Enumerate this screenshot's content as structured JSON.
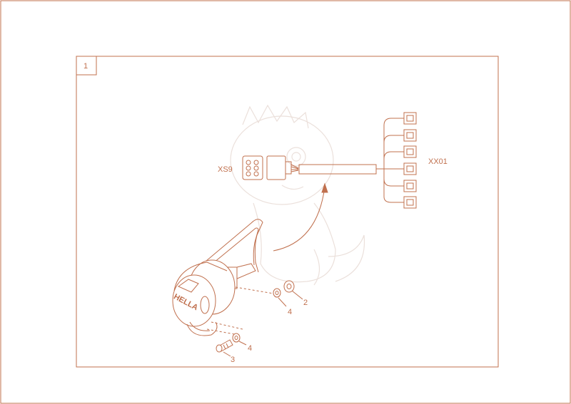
{
  "sheet": {
    "number": "1"
  },
  "labels": {
    "xs9": "XS9",
    "xx01": "XX01",
    "brand": "HELLA",
    "part_2": "2",
    "part_3": "3",
    "part_4_upper": "4",
    "part_4_lower": "4"
  },
  "colors": {
    "line": "#c0704e",
    "watermark": "#ebe0db",
    "background": "#ffffff"
  }
}
